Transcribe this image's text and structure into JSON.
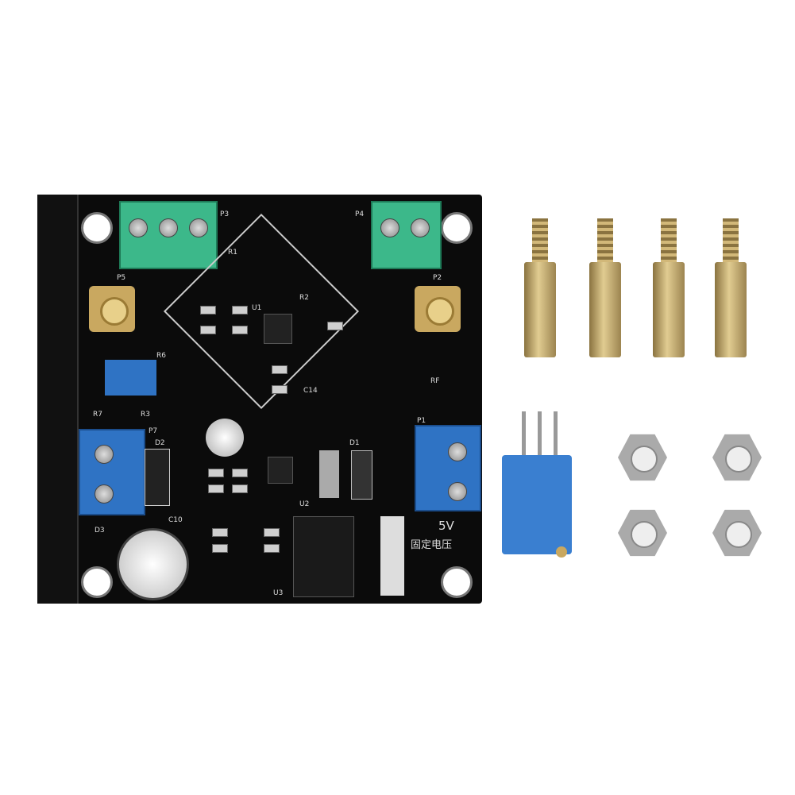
{
  "board_labels": {
    "p3": "P3",
    "p4": "P4",
    "p5": "P5",
    "p2": "P2",
    "r1": "R1",
    "u1": "U1",
    "r2": "R2",
    "c14": "C14",
    "r6": "R6",
    "r7": "R7",
    "r3": "R3",
    "p7": "P7",
    "d2": "D2",
    "u2": "U2",
    "d1": "D1",
    "p1": "P1",
    "rf": "RF",
    "d3": "D3",
    "c10": "C10",
    "u3": "U3",
    "volt": "5V",
    "volt_cn": "固定电压"
  },
  "colors": {
    "board": "#0b0b0b",
    "terminal_green": "#3cb88a",
    "terminal_blue": "#2f73c4",
    "brass": "#c9a860"
  }
}
